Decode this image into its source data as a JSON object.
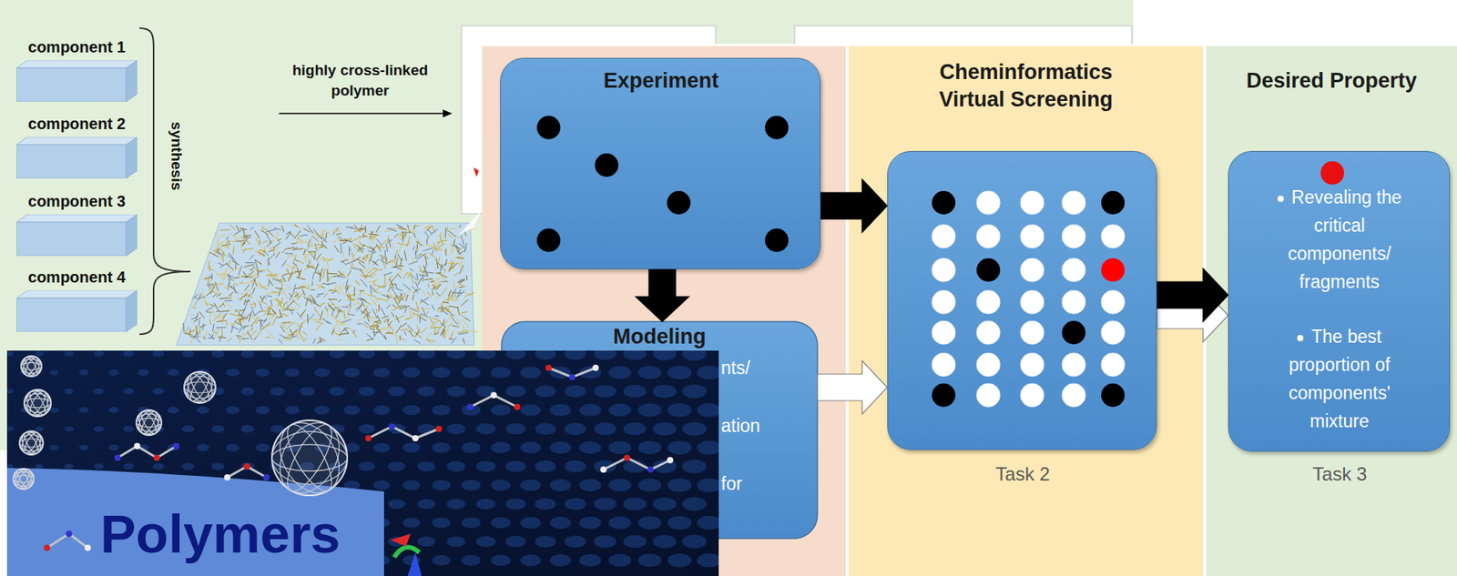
{
  "diagram": {
    "nodes": [
      {
        "text": [
          "component 1"
        ]
      },
      {
        "text": [
          "component 2"
        ]
      },
      {
        "text": [
          "component 3"
        ]
      },
      {
        "text": [
          "component 4"
        ]
      },
      {
        "text": [
          "Experiment"
        ]
      },
      {
        "text": [
          "Modeling",
          "nts/",
          "ation",
          "for"
        ]
      },
      {
        "text": [
          "Cheminformatics Virtual Screening"
        ]
      },
      {
        "text": [
          "Task 2"
        ],
        "in": 6
      },
      {
        "text": [
          "Desired Property"
        ]
      },
      {
        "text": [
          "Revealing the critical components/ fragments",
          "The best proportion of components' mixture",
          "Task 3"
        ],
        "in": 8
      }
    ],
    "edges": [
      {
        "from": 4,
        "to": 5,
        "arrow": "to"
      },
      {
        "from": 4,
        "to": 7,
        "arrow": "to"
      },
      {
        "from": 5,
        "to": 7,
        "arrow": "to"
      },
      {
        "from": 7,
        "to": 9,
        "arrow": "to"
      },
      {
        "from": 7,
        "to": 9,
        "arrow": "to"
      }
    ],
    "labels": [
      "synthesis",
      "highly cross-linked polymer",
      "Polymers"
    ]
  }
}
